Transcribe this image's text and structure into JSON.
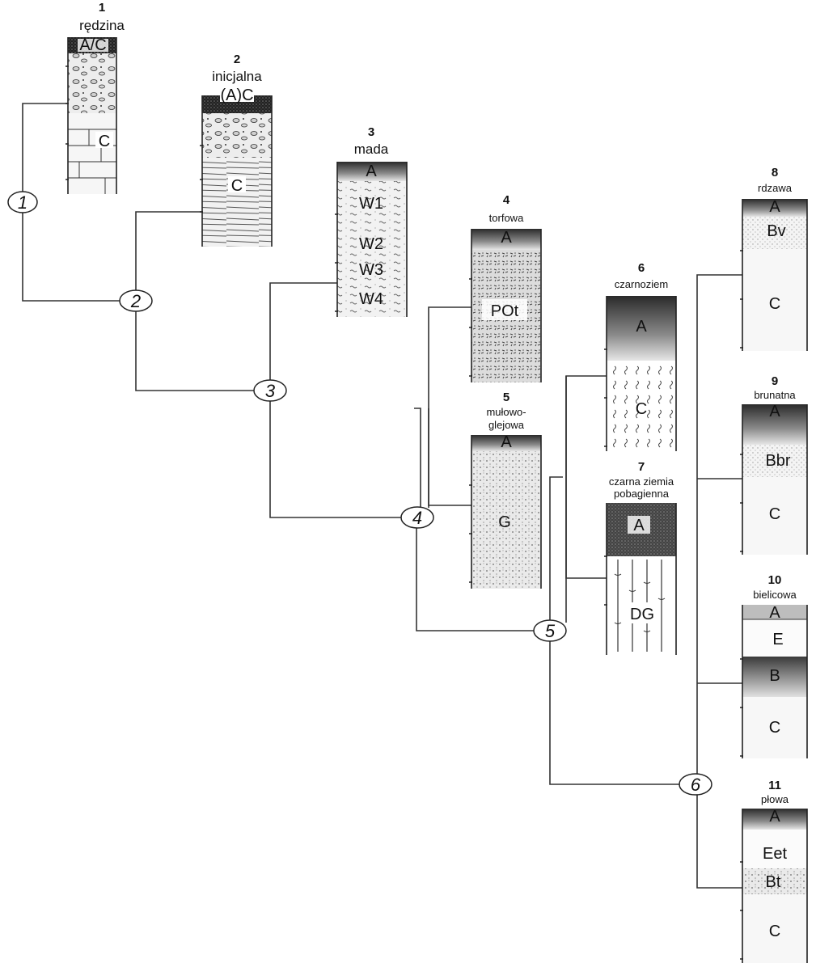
{
  "nodes": [
    "1",
    "2",
    "3",
    "4",
    "5",
    "6"
  ],
  "soils": [
    {
      "id": "1",
      "name_lines": [
        "rędzina"
      ],
      "horizons": [
        "A/C",
        "C"
      ]
    },
    {
      "id": "2",
      "name_lines": [
        "inicjalna"
      ],
      "horizons": [
        "(A)C",
        "C"
      ]
    },
    {
      "id": "3",
      "name_lines": [
        "mada"
      ],
      "horizons": [
        "A",
        "W1",
        "W2",
        "W3",
        "W4"
      ]
    },
    {
      "id": "4",
      "name_lines": [
        "torfowa"
      ],
      "horizons": [
        "A",
        "POt"
      ]
    },
    {
      "id": "5",
      "name_lines": [
        "mułowo-",
        "glejowa"
      ],
      "horizons": [
        "A",
        "G"
      ]
    },
    {
      "id": "6",
      "name_lines": [
        "czarnoziem"
      ],
      "horizons": [
        "A",
        "C"
      ]
    },
    {
      "id": "7",
      "name_lines": [
        "czarna ziemia",
        "pobagienna"
      ],
      "horizons": [
        "A",
        "DG"
      ]
    },
    {
      "id": "8",
      "name_lines": [
        "rdzawa"
      ],
      "horizons": [
        "A",
        "Bv",
        "C"
      ]
    },
    {
      "id": "9",
      "name_lines": [
        "brunatna"
      ],
      "horizons": [
        "A",
        "Bbr",
        "C"
      ]
    },
    {
      "id": "10",
      "name_lines": [
        "bielicowa"
      ],
      "horizons": [
        "A",
        "E",
        "B",
        "C"
      ]
    },
    {
      "id": "11",
      "name_lines": [
        "płowa"
      ],
      "horizons": [
        "A",
        "Eet",
        "Bt",
        "C"
      ]
    }
  ]
}
